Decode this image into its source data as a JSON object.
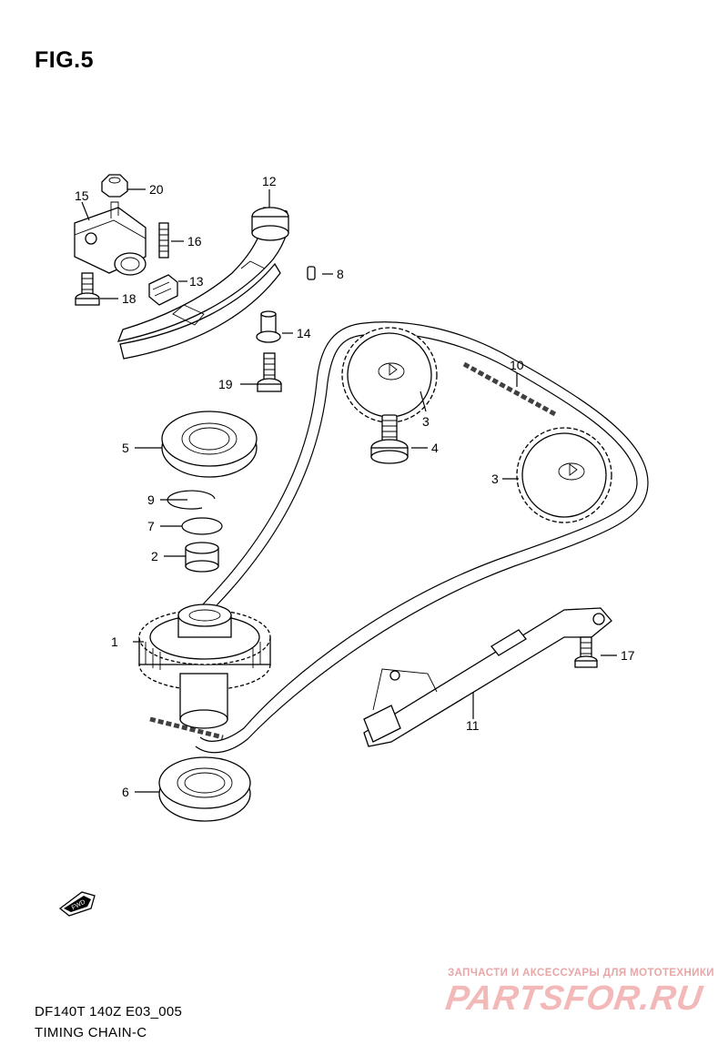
{
  "figure": {
    "title": "FIG.5",
    "model_code": "DF140T 140Z E03_005",
    "diagram_name": "TIMING CHAIN-C",
    "fwd_label": "FWD"
  },
  "callouts": [
    {
      "id": "1",
      "label": "1"
    },
    {
      "id": "2",
      "label": "2"
    },
    {
      "id": "3a",
      "label": "3"
    },
    {
      "id": "3b",
      "label": "3"
    },
    {
      "id": "4",
      "label": "4"
    },
    {
      "id": "5",
      "label": "5"
    },
    {
      "id": "6",
      "label": "6"
    },
    {
      "id": "7",
      "label": "7"
    },
    {
      "id": "8",
      "label": "8"
    },
    {
      "id": "9",
      "label": "9"
    },
    {
      "id": "10",
      "label": "10"
    },
    {
      "id": "11",
      "label": "11"
    },
    {
      "id": "12",
      "label": "12"
    },
    {
      "id": "13",
      "label": "13"
    },
    {
      "id": "14",
      "label": "14"
    },
    {
      "id": "15",
      "label": "15"
    },
    {
      "id": "16",
      "label": "16"
    },
    {
      "id": "17",
      "label": "17"
    },
    {
      "id": "18",
      "label": "18"
    },
    {
      "id": "19",
      "label": "19"
    },
    {
      "id": "20",
      "label": "20"
    }
  ],
  "watermark": {
    "caption": "ЗАПЧАСТИ И АКСЕССУАРЫ ДЛЯ МОТОТЕХНИКИ",
    "logo": "PARTSFOR.RU",
    "color": "#f3b8b8"
  }
}
